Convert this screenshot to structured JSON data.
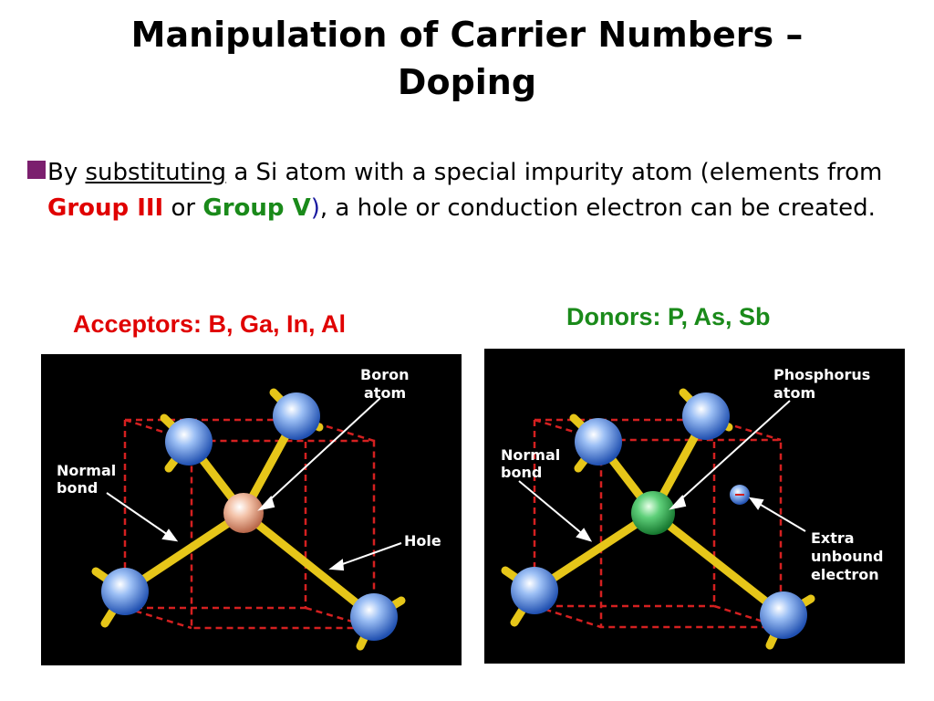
{
  "title": {
    "line1": "Manipulation of Carrier Numbers –",
    "line2": "Doping"
  },
  "bullet": {
    "t1": "By ",
    "t2": "substituting",
    "t3": " a Si atom with a special impurity atom (elements from ",
    "t4": "Group III",
    "t5": " or ",
    "t6": "Group V",
    "t7": ")",
    "t8": ", a hole or conduction electron can be created."
  },
  "acceptor": {
    "caption": "Acceptors: B, Ga, In, Al",
    "labels": {
      "impurity_line1": "Boron",
      "impurity_line2": "atom",
      "bond_line1": "Normal",
      "bond_line2": "bond",
      "hole": "Hole"
    }
  },
  "donor": {
    "caption": "Donors: P, As, Sb",
    "labels": {
      "impurity_line1": "Phosphorus",
      "impurity_line2": "atom",
      "bond_line1": "Normal",
      "bond_line2": "bond",
      "extra_line1": "Extra",
      "extra_line2": "unbound",
      "extra_line3": "electron"
    }
  },
  "colors": {
    "acceptor": "#e00000",
    "donor": "#1a8a1a",
    "bullet_marker": "#7b1f6e",
    "bond": "#e6c619",
    "lattice": "#d42020",
    "si_atom": "#3a72d8",
    "boron_atom": "#e8a888",
    "phosphorus_atom": "#2aa84a",
    "panel_bg": "#000000"
  }
}
